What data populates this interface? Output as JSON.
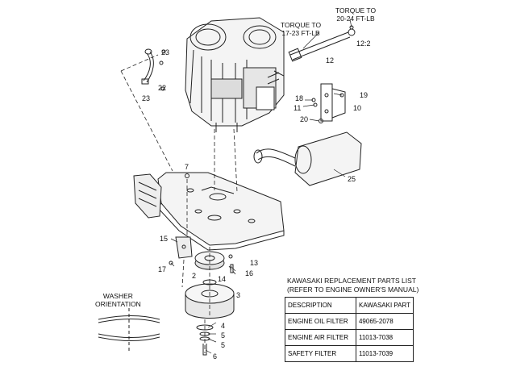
{
  "callouts": {
    "c2": "2",
    "c3": "3",
    "c4": "4",
    "c5a": "5",
    "c5b": "5",
    "c6": "6",
    "c7": "7",
    "c10": "10",
    "c11": "11",
    "c12": "12",
    "c12b": "12:2",
    "c13": "13",
    "c14": "14",
    "c15": "15",
    "c16": "16",
    "c17": "17",
    "c18": "18",
    "c19": "19",
    "c20": "20",
    "c22": "22",
    "c23a": "23",
    "c23b": "23",
    "c25": "25"
  },
  "notes": {
    "torque_left": "TORQUE TO\n17-23 FT-LB",
    "torque_right": "TORQUE TO\n20-24 FT-LB",
    "washer": "WASHER\nORIENTATION"
  },
  "table": {
    "title_line1": "KAWASAKI REPLACEMENT PARTS LIST",
    "title_line2": "(REFER TO ENGINE OWNER'S MANUAL)",
    "header": [
      "DESCRIPTION",
      "KAWASAKI PART"
    ],
    "rows": [
      [
        "ENGINE OIL FILTER",
        "49065-2078"
      ],
      [
        "ENGINE AIR FILTER",
        "11013-7038"
      ],
      [
        "SAFETY FILTER",
        "11013-7039"
      ]
    ]
  }
}
